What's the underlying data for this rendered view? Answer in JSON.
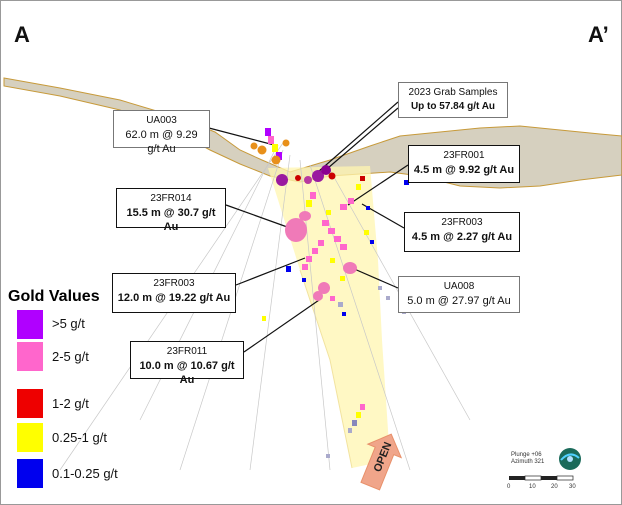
{
  "corners": {
    "left": "A",
    "right": "A’"
  },
  "callouts": {
    "ua003": {
      "hole": "UA003",
      "value": "62.0 m @ 9.29 g/t Au"
    },
    "grab": {
      "hole": "2023 Grab Samples",
      "value": "Up to 57.84 g/t Au"
    },
    "fr001": {
      "hole": "23FR001",
      "value": "4.5 m @ 9.92 g/t Au"
    },
    "fr014": {
      "hole": "23FR014",
      "value": "15.5 m @ 30.7 g/t Au"
    },
    "fr003a": {
      "hole": "23FR003",
      "value": "4.5 m @ 2.27 g/t Au"
    },
    "fr003b": {
      "hole": "23FR003",
      "value": "12.0 m @ 19.22 g/t Au"
    },
    "ua008": {
      "hole": "UA008",
      "value": "5.0 m @ 27.97 g/t Au"
    },
    "fr011": {
      "hole": "23FR011",
      "value": "10.0 m @ 10.67 g/t Au"
    }
  },
  "legend": {
    "title": "Gold Values",
    "items": [
      {
        "label": ">5 g/t",
        "color": "#b000ff"
      },
      {
        "label": "2-5 g/t",
        "color": "#ff66cc"
      },
      {
        "label": "1-2 g/t",
        "color": "#ee0000"
      },
      {
        "label": "0.25-1 g/t",
        "color": "#ffff00"
      },
      {
        "label": "0.1-0.25 g/t",
        "color": "#0000ee"
      }
    ]
  },
  "open_label": "OPEN",
  "orientation": {
    "plunge": "Plunge +06",
    "azimuth": "Azimuth 321"
  },
  "scale_ticks": [
    "0",
    "10",
    "20",
    "30"
  ]
}
